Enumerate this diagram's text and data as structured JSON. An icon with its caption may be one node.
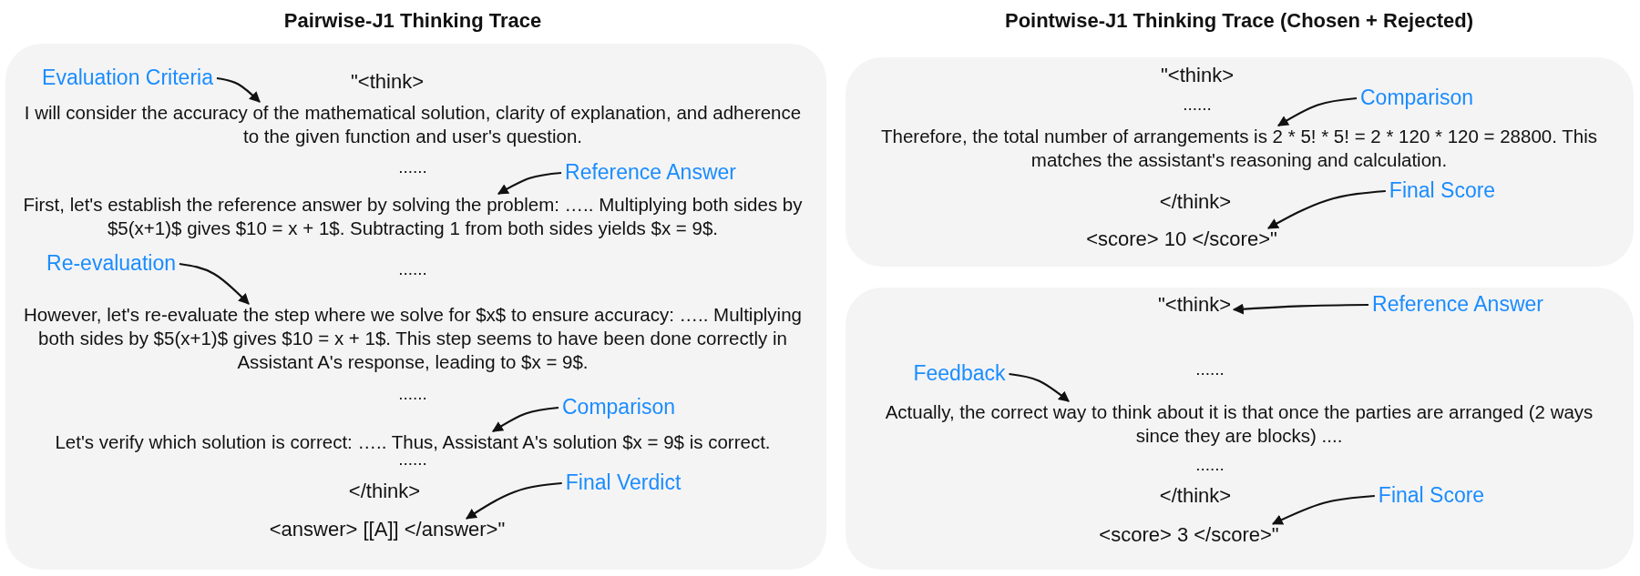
{
  "diagram": {
    "nodes": [
      {
        "text": [],
        "shape": "box"
      },
      {
        "text": [
          "Evaluation Criteria"
        ],
        "in": 0
      },
      {
        "text": [
          "I will consider the accuracy of the mathematical solution, clarity of explanation, and adherence to the given function and user's question."
        ],
        "in": 0
      },
      {
        "text": [
          "Reference Answer"
        ],
        "in": 0
      },
      {
        "text": [
          "First, let's establish the reference answer by solving the problem: ….. Multiplying both sides by $5(x+1)$ gives $10 = x + 1$. Subtracting 1 from both sides yields $x = 9$."
        ],
        "in": 0
      },
      {
        "text": [
          "Re-evaluation"
        ],
        "in": 0
      },
      {
        "text": [
          "However, let's re-evaluate the step where we solve for $x$ to ensure accuracy: ….. Multiplying both sides by $5(x+1)$ gives $10 = x + 1$. This step seems to have been done correctly in Assistant A's response, leading to $x = 9$."
        ],
        "in": 0
      },
      {
        "text": [
          "Comparison"
        ],
        "in": 0
      },
      {
        "text": [
          "Let's verify which solution is correct: ….. Thus, Assistant A's solution $x = 9$ is correct."
        ],
        "in": 0
      },
      {
        "text": [
          "Final Verdict"
        ],
        "in": 0
      },
      {
        "text": [
          "<answer> [[A]] </answer>\""
        ],
        "in": 0
      },
      {
        "text": [],
        "shape": "box"
      },
      {
        "text": [
          "Comparison"
        ],
        "in": 11
      },
      {
        "text": [
          "Therefore, the total number of arrangements is 2 * 5! * 5! = 2 * 120 * 120 = 28800. This matches the assistant's reasoning and calculation."
        ],
        "in": 11
      },
      {
        "text": [
          "Final Score"
        ],
        "in": 11
      },
      {
        "text": [
          "<score> 10 </score>\""
        ],
        "in": 11
      },
      {
        "text": [],
        "shape": "box"
      },
      {
        "text": [
          "Reference Answer"
        ],
        "in": 16
      },
      {
        "text": [
          "\"<think>"
        ],
        "in": 16
      },
      {
        "text": [
          "Feedback"
        ],
        "in": 16
      },
      {
        "text": [
          "Actually, the correct way to think about it is that once the parties are arranged (2 ways since they are blocks) ...."
        ],
        "in": 16
      },
      {
        "text": [
          "Final Score"
        ],
        "in": 16
      },
      {
        "text": [
          "<score> 3 </score>\""
        ],
        "in": 16
      }
    ],
    "edges": [
      {
        "from": 1,
        "to": 2,
        "arrow": "to"
      },
      {
        "from": 3,
        "to": 4,
        "arrow": "to"
      },
      {
        "from": 5,
        "to": 6,
        "arrow": "to"
      },
      {
        "from": 7,
        "to": 8,
        "arrow": "to"
      },
      {
        "from": 9,
        "to": 10,
        "arrow": "to"
      },
      {
        "from": 12,
        "to": 13,
        "arrow": "to"
      },
      {
        "from": 14,
        "to": 15,
        "arrow": "to"
      },
      {
        "from": 17,
        "to": 18,
        "arrow": "to"
      },
      {
        "from": 19,
        "to": 20,
        "arrow": "to"
      },
      {
        "from": 21,
        "to": 22,
        "arrow": "to"
      }
    ],
    "labels": [
      "Pairwise-J1 Thinking Trace",
      "Pointwise-J1 Thinking Trace (Chosen + Rejected)",
      "\"<think>",
      "......",
      "......",
      "......",
      "......",
      "</think>",
      "\"<think>",
      "......",
      "</think>",
      "......",
      "......",
      "</think>"
    ]
  }
}
